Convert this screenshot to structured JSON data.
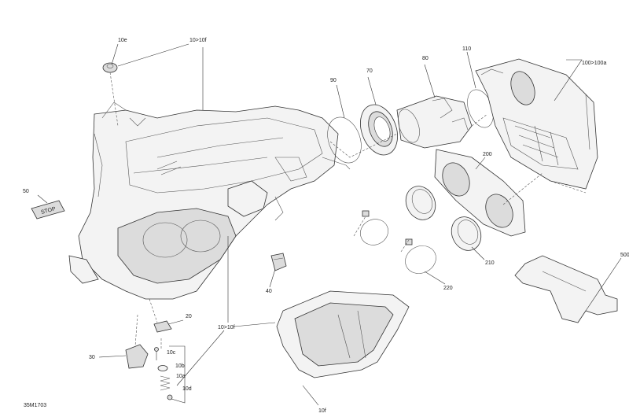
{
  "drawing_code": "35M1703",
  "callouts": {
    "c10e": "10e",
    "c10_10f_top": "10>10f",
    "c90": "90",
    "c70": "70",
    "c80": "80",
    "c110": "110",
    "c100": "100>100a",
    "c200": "200",
    "c50": "50",
    "c40": "40",
    "c210": "210",
    "c220": "220",
    "c500": "500",
    "c20": "20",
    "c10_10f_mid": "10>10f",
    "c30": "30",
    "c10c": "10c",
    "c10b": "10b",
    "c10a": "10a",
    "c10d": "10d",
    "c10f_bottom": "10f"
  },
  "part_labels": {
    "p50": "STOP"
  }
}
